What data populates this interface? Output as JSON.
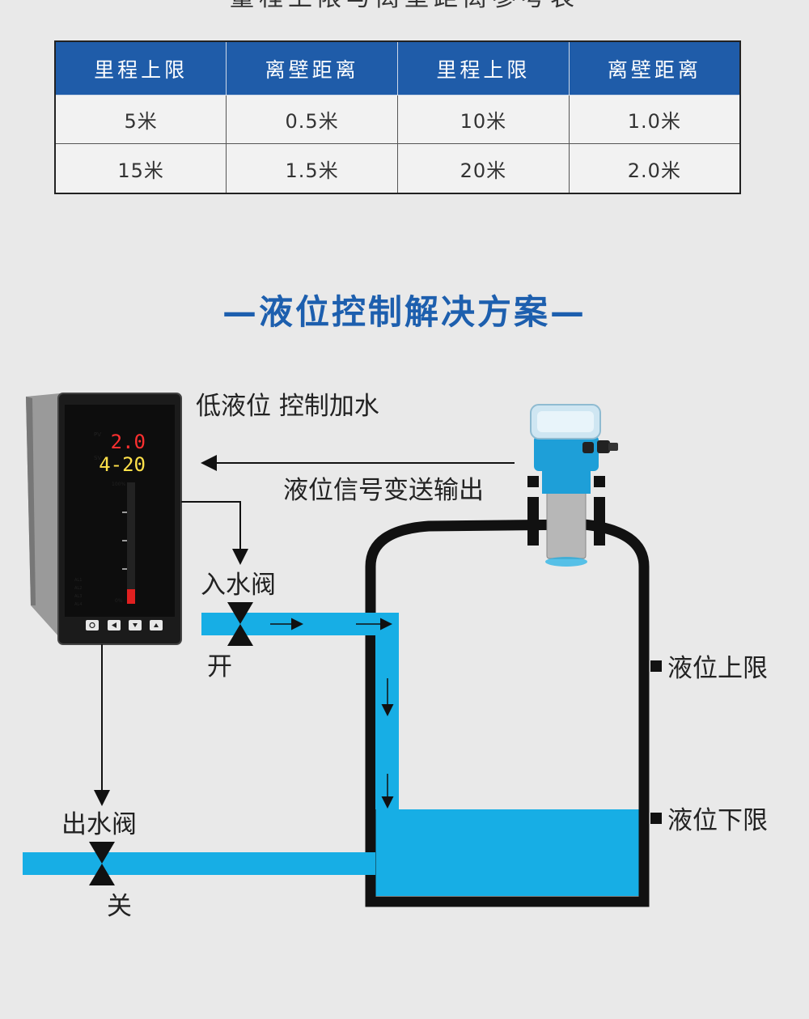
{
  "heading": "量程上限与离壁距离参考表",
  "table": {
    "headers": [
      "里程上限",
      "离壁距离",
      "里程上限",
      "离壁距离"
    ],
    "rows": [
      [
        "5米",
        "0.5米",
        "10米",
        "1.0米"
      ],
      [
        "15米",
        "1.5米",
        "20米",
        "2.0米"
      ]
    ]
  },
  "section_title": "—液位控制解决方案—",
  "controller": {
    "pv_label": "PV",
    "pv_value": "2.0",
    "sv_label": "SV",
    "sv_value": "4-20",
    "top_percent": "100%",
    "bottom_percent": "0%",
    "alarms": [
      "AL1",
      "AL2",
      "AL3",
      "AL4"
    ]
  },
  "labels": {
    "low_level_control": "低液位 控制加水",
    "signal_output": "液位信号变送输出",
    "inlet_valve": "入水阀",
    "inlet_state": "开",
    "outlet_valve": "出水阀",
    "outlet_state": "关",
    "level_upper": "液位上限",
    "level_lower": "液位下限"
  },
  "colors": {
    "table_header": "#1f5ca9",
    "title_blue": "#1d5fae",
    "water": "#17aee5",
    "sensor_blue": "#1e9fd8"
  }
}
